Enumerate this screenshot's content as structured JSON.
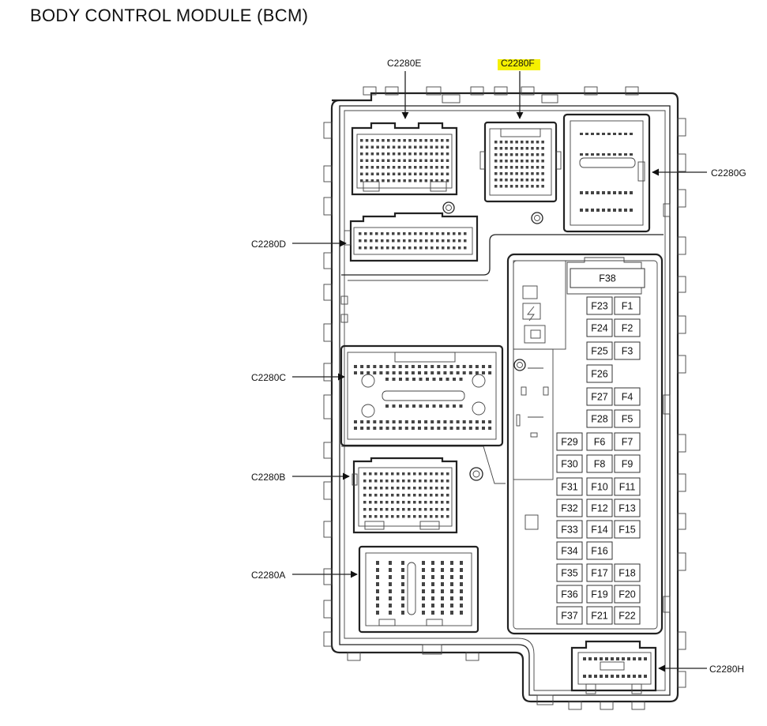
{
  "title": "BODY CONTROL MODULE (BCM)",
  "connectors": {
    "c2280e": "C2280E",
    "c2280f": "C2280F",
    "c2280g": "C2280G",
    "c2280d": "C2280D",
    "c2280c": "C2280C",
    "c2280b": "C2280B",
    "c2280a": "C2280A",
    "c2280h": "C2280H"
  },
  "highlight_color": "#f5f000",
  "fuses": {
    "f38": "F38",
    "f23": "F23",
    "f1": "F1",
    "f24": "F24",
    "f2": "F2",
    "f25": "F25",
    "f3": "F3",
    "f26": "F26",
    "f27": "F27",
    "f4": "F4",
    "f28": "F28",
    "f5": "F5",
    "f29": "F29",
    "f6": "F6",
    "f7": "F7",
    "f30": "F30",
    "f8": "F8",
    "f9": "F9",
    "f31": "F31",
    "f10": "F10",
    "f11": "F11",
    "f32": "F32",
    "f12": "F12",
    "f13": "F13",
    "f33": "F33",
    "f14": "F14",
    "f15": "F15",
    "f34": "F34",
    "f16": "F16",
    "f35": "F35",
    "f17": "F17",
    "f18": "F18",
    "f36": "F36",
    "f19": "F19",
    "f20": "F20",
    "f37": "F37",
    "f21": "F21",
    "f22": "F22"
  }
}
